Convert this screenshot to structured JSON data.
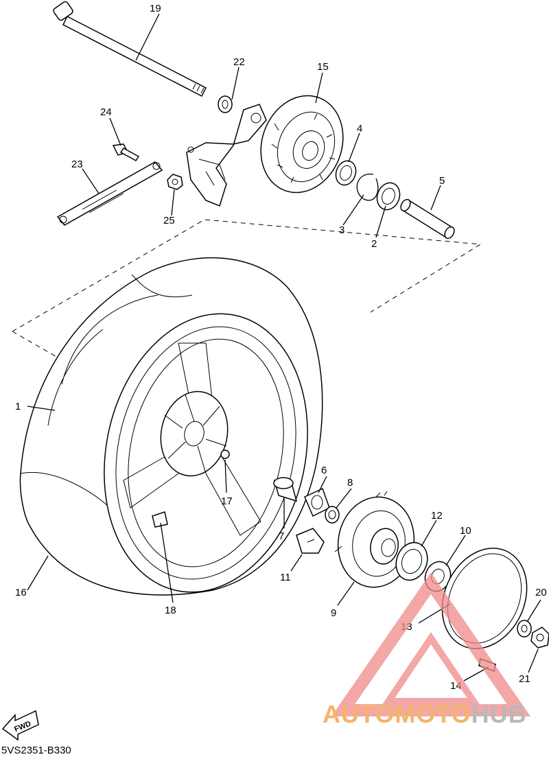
{
  "diagram": {
    "part_code": "5VS2351-B330",
    "fwd_label": "FWD",
    "watermark": {
      "part1": "AUTOMOTO",
      "part2": "HUB"
    },
    "callouts": [
      "1",
      "2",
      "3",
      "4",
      "5",
      "6",
      "7",
      "8",
      "9",
      "10",
      "11",
      "12",
      "13",
      "14",
      "15",
      "16",
      "17",
      "18",
      "19",
      "20",
      "21",
      "22",
      "23",
      "24",
      "25"
    ]
  },
  "colors": {
    "line": "#000000",
    "watermark_triangle": "#f08a8a",
    "watermark_text_a": "#f4b46a",
    "watermark_text_b": "#b9b9b9"
  }
}
